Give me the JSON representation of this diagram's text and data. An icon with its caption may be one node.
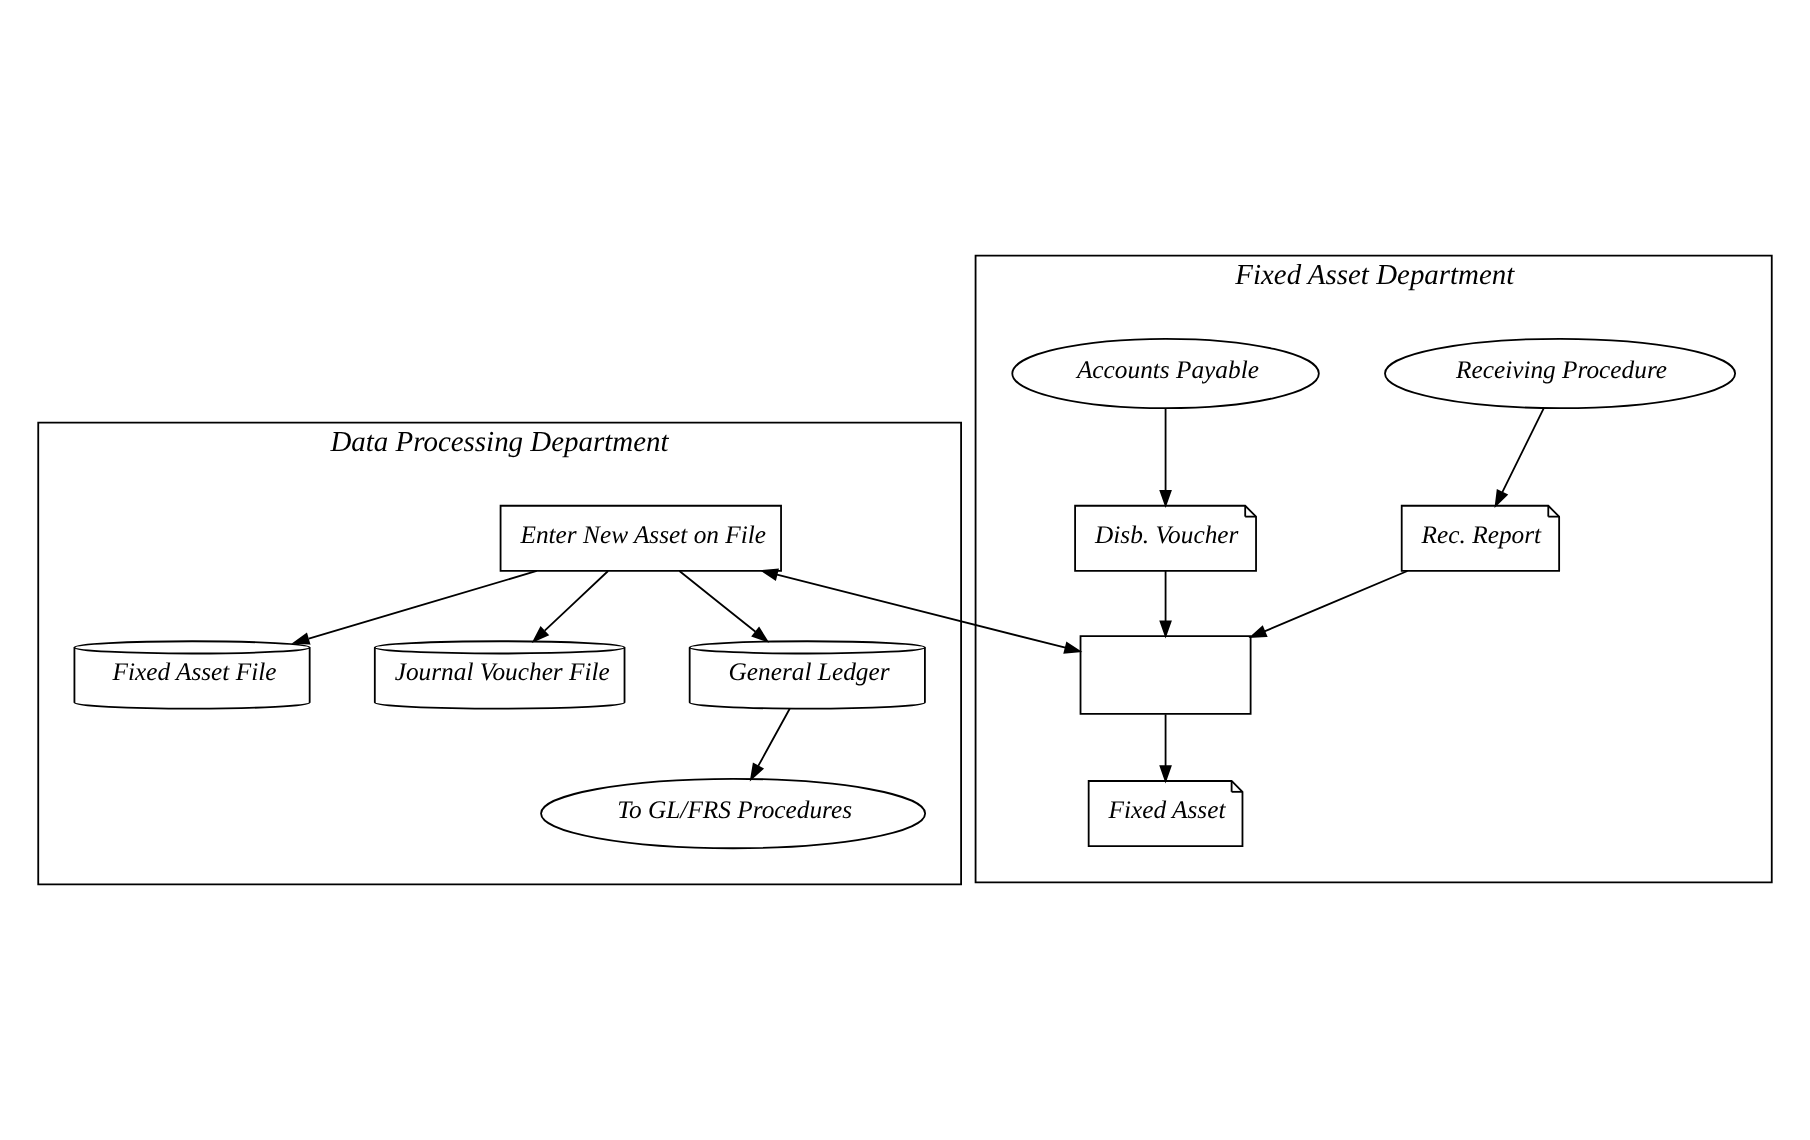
{
  "diagram": {
    "nodes": [
      {
        "text": [
          "Data Processing Department"
        ]
      },
      {
        "text": [
          "Fixed Asset Department"
        ]
      },
      {
        "text": [
          "Fixed Asset File"
        ],
        "in": 0
      },
      {
        "text": [
          "Journal Voucher File"
        ],
        "in": 0
      },
      {
        "text": [
          "General Ledger"
        ],
        "in": 0
      },
      {
        "text": [
          "Enter New Asset on File"
        ],
        "in": 0
      },
      {
        "text": [
          "To GL/FRS Procedures"
        ],
        "in": 0
      },
      {
        "text": [
          "Receiving Procedure"
        ],
        "in": 1
      },
      {
        "text": [
          "Rec. Report"
        ],
        "in": 1
      },
      {
        "text": [
          "Accounts Payable"
        ],
        "in": 1
      },
      {
        "text": [],
        "shape": "box",
        "in": 1
      },
      {
        "text": [
          "Disb. Voucher"
        ],
        "in": 1
      },
      {
        "text": [
          "Fixed Asset"
        ],
        "in": 1
      }
    ],
    "edges": [
      {
        "from": 5,
        "to": 2,
        "arrow": "to"
      },
      {
        "from": 5,
        "to": 3,
        "arrow": "to"
      },
      {
        "from": 5,
        "to": 4,
        "arrow": "to"
      },
      {
        "from": 4,
        "to": 6,
        "arrow": "to"
      },
      {
        "from": 7,
        "to": 8,
        "arrow": "to"
      },
      {
        "from": 9,
        "to": 11,
        "arrow": "to"
      },
      {
        "from": 8,
        "to": 10,
        "arrow": "to"
      },
      {
        "from": 11,
        "to": 10,
        "arrow": "to"
      },
      {
        "from": 5,
        "to": 10,
        "arrow": "both"
      },
      {
        "from": 10,
        "to": 12,
        "arrow": "to"
      }
    ]
  }
}
